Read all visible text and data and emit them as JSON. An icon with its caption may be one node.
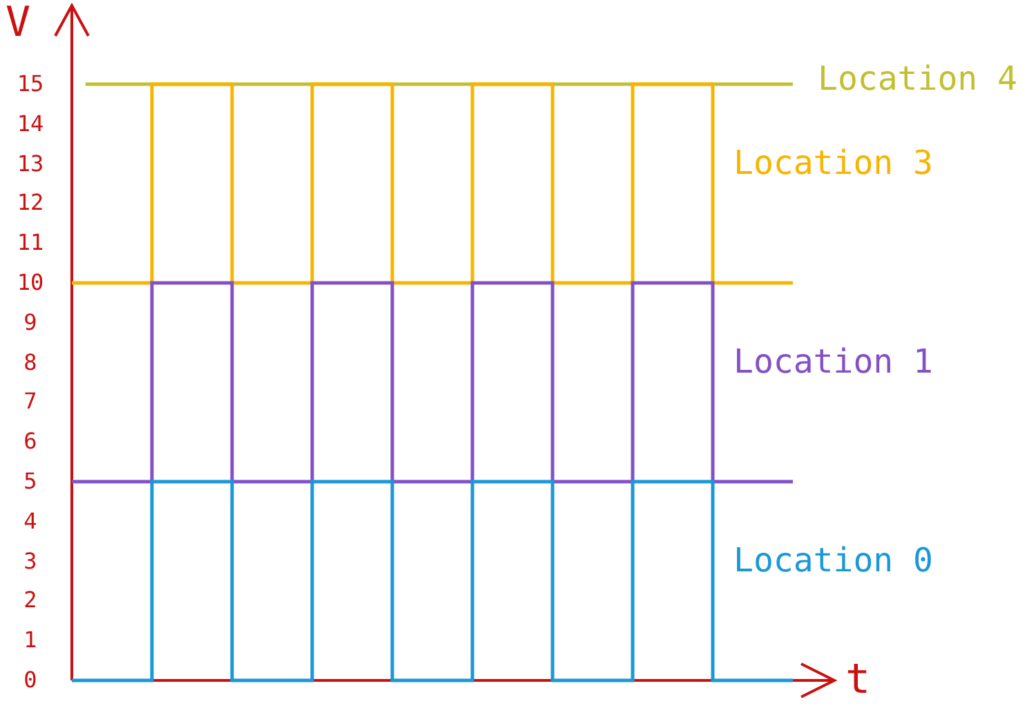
{
  "diagram": {
    "labels": [
      "V",
      "15",
      "14",
      "13",
      "12",
      "11",
      "10",
      "9",
      "8",
      "7",
      "6",
      "5",
      "4",
      "3",
      "2",
      "1",
      "0",
      "Location 4",
      "Location 3",
      "Location 1",
      "Location 0",
      "t"
    ]
  }
}
